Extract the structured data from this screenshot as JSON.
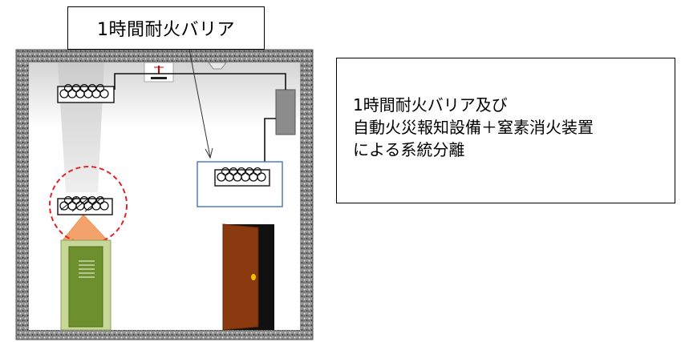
{
  "callout": {
    "label": "1時間耐火バリア"
  },
  "description": {
    "lines": [
      "1時間耐火バリア及び",
      "自動火災報知設備＋窒素消火装置",
      "による系統分離"
    ]
  },
  "colors": {
    "wall": "#7f7f7f",
    "floor_panel": "#6e8f2e",
    "cabinet_fill": "#c7d79a",
    "door": "#8b3a0f",
    "fire_circle": "#e0262a",
    "barrier_frame": "#4472c4",
    "flame": "#f4a26b"
  }
}
